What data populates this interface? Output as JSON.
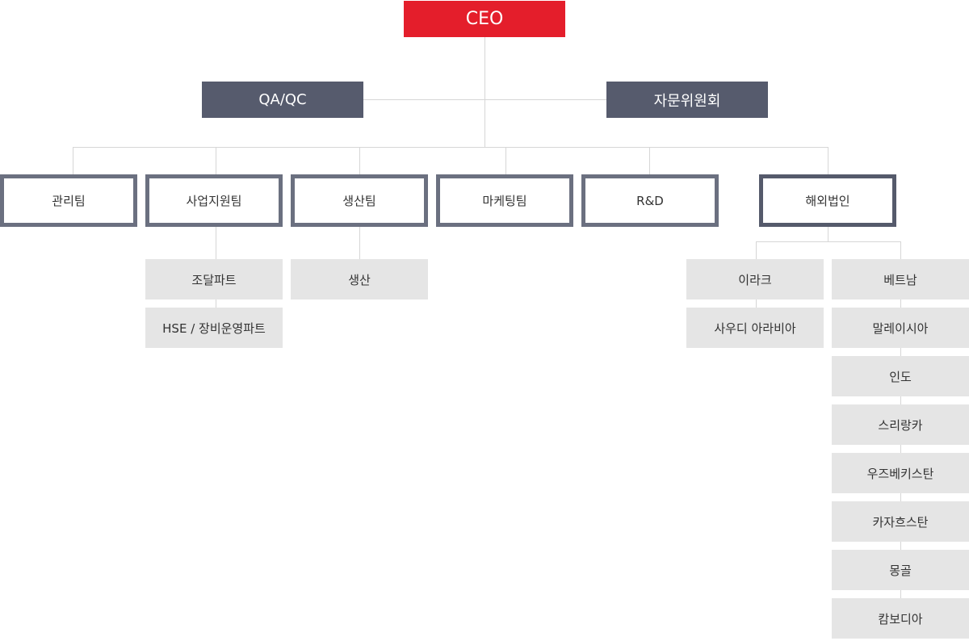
{
  "ceo": {
    "label": "CEO"
  },
  "staff": {
    "left": "QA/QC",
    "right": "자문위원회"
  },
  "teams": [
    "관리팀",
    "사업지원팀",
    "생산팀",
    "마케팅팀",
    "R&D",
    "해외법인"
  ],
  "business_support": {
    "parts": [
      "조달파트",
      "HSE / 장비운영파트"
    ]
  },
  "production": {
    "parts": [
      "생산"
    ]
  },
  "overseas": {
    "left": [
      "이라크",
      "사우디 아라비아"
    ],
    "right": [
      "베트남",
      "말레이시아",
      "인도",
      "스리랑카",
      "우즈베키스탄",
      "카자흐스탄",
      "몽골",
      "캄보디아"
    ]
  },
  "colors": {
    "ceo": "#e41e2b",
    "staff": "#565b6d",
    "team_border": "#6b7080",
    "sub_box": "#e5e5e5",
    "line": "#d6d6d6"
  }
}
